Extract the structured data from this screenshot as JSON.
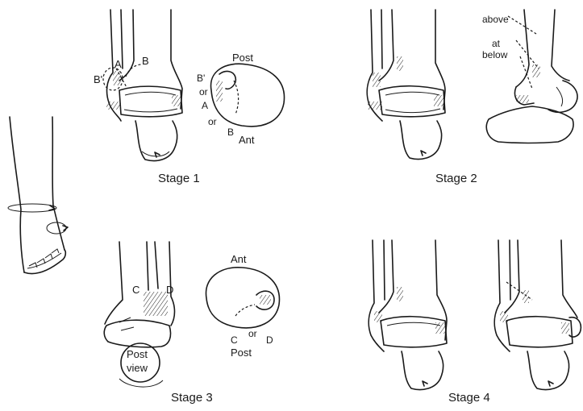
{
  "stages": [
    {
      "label": "Stage 1"
    },
    {
      "label": "Stage 2"
    },
    {
      "label": "Stage 3"
    },
    {
      "label": "Stage 4"
    }
  ],
  "stage1": {
    "label_a": "A",
    "label_b": "B",
    "label_b_prime": "B'",
    "circle_top": "Post",
    "circle_bottom": "Ant",
    "circle_b_prime": "B'",
    "circle_or1": "or",
    "circle_a": "A",
    "circle_or2": "or",
    "circle_b": "B"
  },
  "stage2": {
    "above": "above",
    "at": "at",
    "below": "below"
  },
  "stage3": {
    "label_c": "C",
    "label_d": "D",
    "post_view_1": "Post",
    "post_view_2": "view",
    "circle_top": "Ant",
    "circle_bottom": "Post",
    "circle_c": "C",
    "circle_or": "or",
    "circle_d": "D"
  }
}
